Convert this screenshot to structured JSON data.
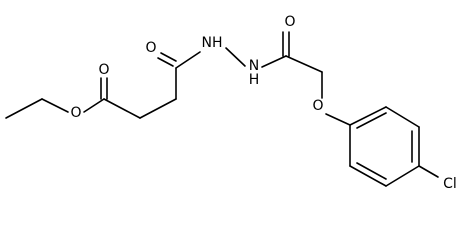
{
  "molecule": {
    "labels": {
      "o_ester_carbonyl": "O",
      "o_ester_ether": "O",
      "o_amide_left": "O",
      "n_left": "NH",
      "n_right": "N",
      "h_right": "H",
      "o_amide_right": "O",
      "o_aryl_ether": "O",
      "cl": "Cl"
    },
    "colors": {
      "bond": "#000000",
      "label": "#000000",
      "background": "#ffffff"
    }
  }
}
